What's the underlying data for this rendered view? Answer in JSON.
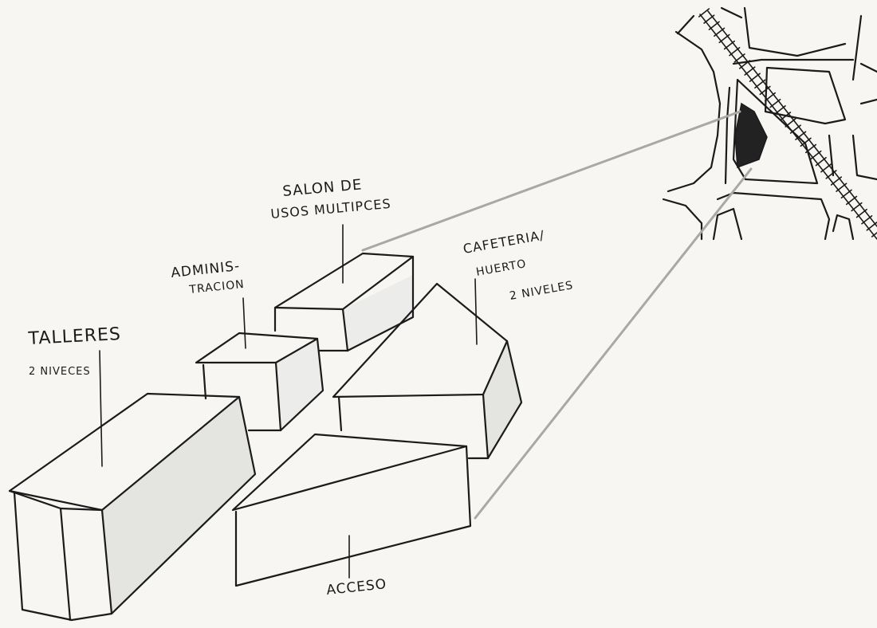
{
  "labels": {
    "talleres": "TALLERES",
    "talleres_niveles": "2 NIVECES",
    "administracion_1": "ADMINIS-",
    "administracion_2": "TRACION",
    "salon_1": "SALON DE",
    "salon_2": "USOS MULTIPCES",
    "cafeteria_1": "CAFETERIA/",
    "cafeteria_2": "HUERTO",
    "cafeteria_3": "2 NIVELES",
    "acceso": "ACCESO"
  },
  "colors": {
    "ink": "#1b1b1b",
    "paper": "#f7f6f3",
    "projection_line": "#a8a8a4",
    "site_fill": "#222222"
  }
}
